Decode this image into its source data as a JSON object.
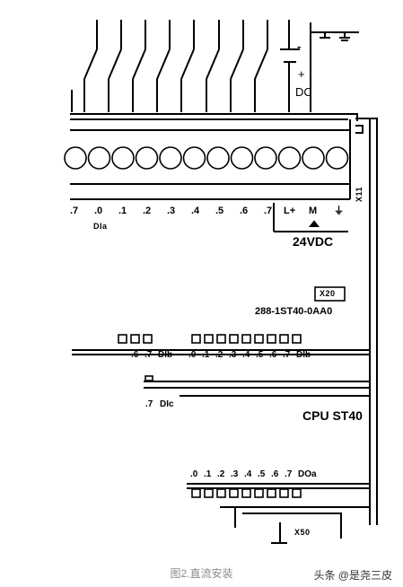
{
  "diagram": {
    "dc_label": "DC",
    "dc_minus": "-",
    "dc_plus": "+",
    "input_terminals": [
      ".7",
      ".0",
      ".1",
      ".2",
      ".3",
      ".4",
      ".5",
      ".6",
      ".7"
    ],
    "input_group": "DIa",
    "power_terminals": [
      "L+",
      "M",
      "⏚"
    ],
    "supply_label": "24VDC",
    "connector_x11": "X11",
    "x20_label": "X20",
    "part_number": "288-1ST40-0AA0",
    "status_row_a": [
      ".6",
      ".7",
      "DIb"
    ],
    "status_row_b": [
      ".0",
      ".1",
      ".2",
      ".3",
      ".4",
      ".5",
      ".6",
      ".7",
      "DIb"
    ],
    "status_row_c": [
      ".7",
      "DIc"
    ],
    "cpu_model": "CPU ST40",
    "output_row": [
      ".0",
      ".1",
      ".2",
      ".3",
      ".4",
      ".5",
      ".6",
      ".7",
      "DOa"
    ],
    "connector_x50": "X50"
  },
  "caption": "图2.直流安装",
  "watermark": "头条 @是尧三皮"
}
